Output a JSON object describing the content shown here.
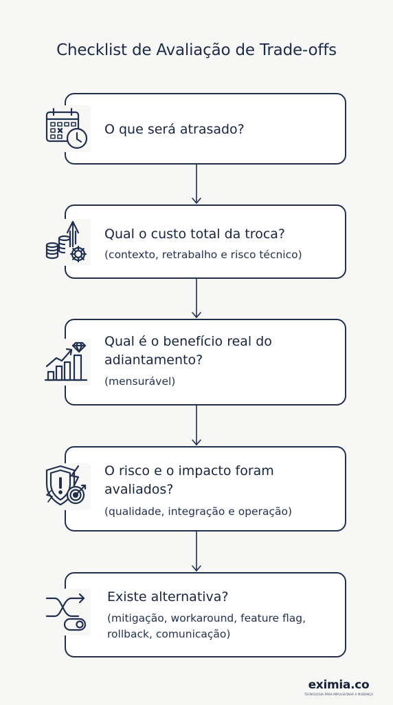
{
  "title": "Checklist de Avaliação de Trade-offs",
  "items": [
    {
      "question": "O que será atrasado?",
      "subtitle": "",
      "icon": "calendar-clock-icon"
    },
    {
      "question": "Qual o custo total da troca?",
      "subtitle": "(contexto, retrabalho e risco técnico)",
      "icon": "coins-gear-icon"
    },
    {
      "question": "Qual é o benefício real do adiantamento?",
      "subtitle": "(mensurável)",
      "icon": "growth-chart-diamond-icon"
    },
    {
      "question": "O risco e o impacto foram avaliados?",
      "subtitle": "(qualidade, integração e operação)",
      "icon": "shield-target-icon"
    },
    {
      "question": "Existe alternativa?",
      "subtitle": "(mitigação, workaround, feature flag, rollback, comunicação)",
      "icon": "shuffle-toggle-icon"
    }
  ],
  "brand": {
    "name": "eximia.co",
    "tagline": "TECNOLOGIA PARA IMPULSIONAR A MUDANÇA"
  },
  "colors": {
    "navy": "#1f2f4d",
    "background": "#f7f7f6",
    "card": "#ffffff"
  }
}
